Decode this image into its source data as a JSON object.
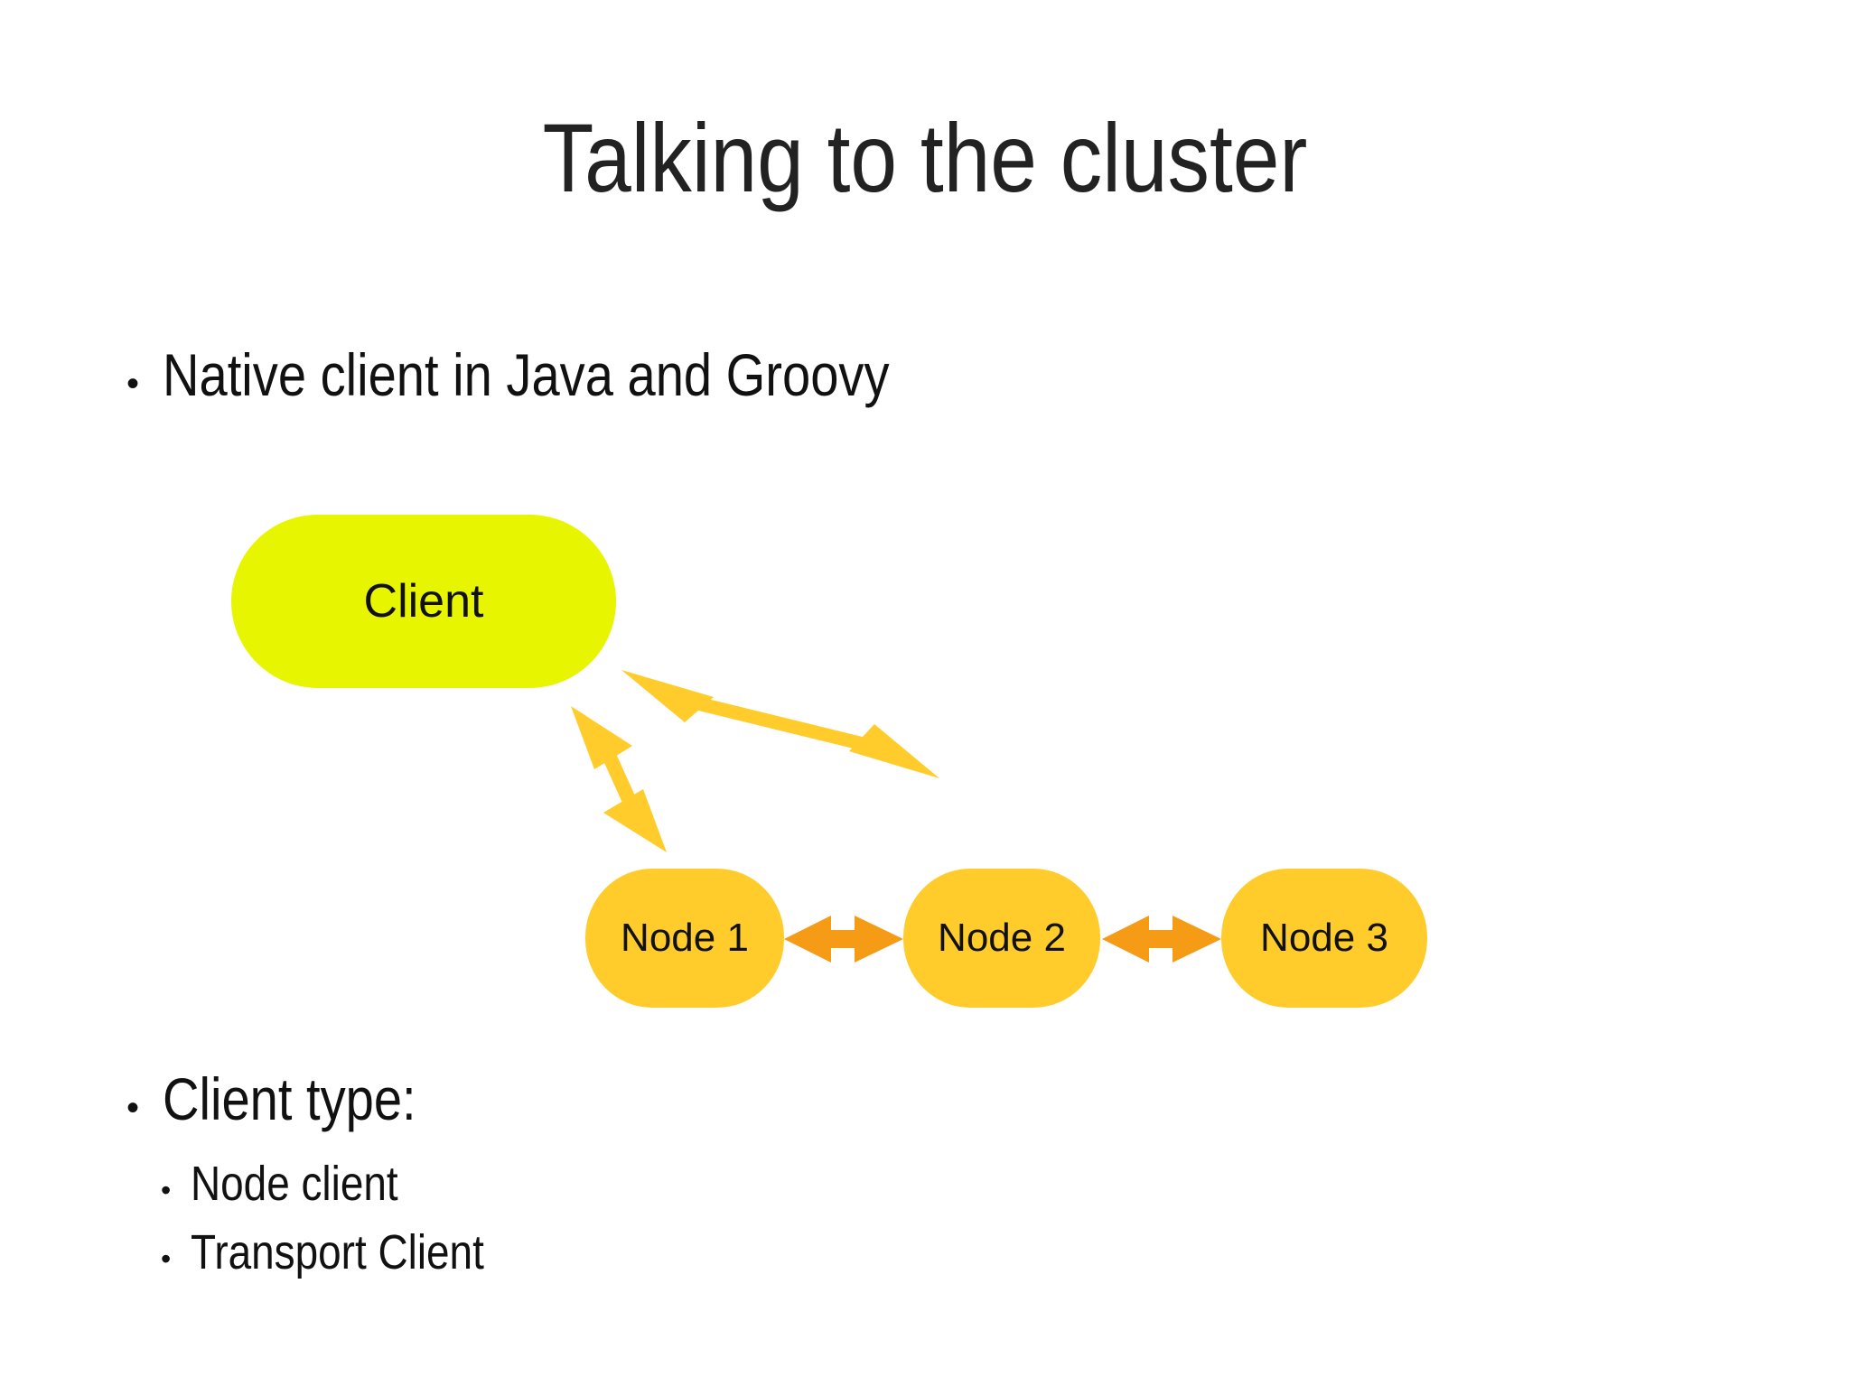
{
  "slide": {
    "title": "Talking to the cluster",
    "background_color": "#FFFFFF",
    "text_color": "#111111"
  },
  "bullets": [
    {
      "level": 1,
      "bullet_glyph": "•",
      "text": "Native client in Java and Groovy"
    },
    {
      "level": 1,
      "bullet_glyph": "•",
      "text": "Client type:"
    },
    {
      "level": 2,
      "bullet_glyph": "•",
      "text": "Node client"
    },
    {
      "level": 2,
      "bullet_glyph": "•",
      "text": "Transport Client"
    }
  ],
  "diagram": {
    "shapes": [
      {
        "id": "client",
        "label": "Client",
        "fill": "#E8F500"
      },
      {
        "id": "node1",
        "label": "Node 1",
        "fill": "#FFCC2B"
      },
      {
        "id": "node2",
        "label": "Node 2",
        "fill": "#FFCC2B"
      },
      {
        "id": "node3",
        "label": "Node 3",
        "fill": "#FFCC2B"
      }
    ],
    "connectors": [
      {
        "id": "client-to-node2",
        "from": "client",
        "to": "node2",
        "style": "double-arrow",
        "color": "#FFCC2B"
      },
      {
        "id": "client-to-node1",
        "from": "client",
        "to": "node1",
        "style": "double-arrow",
        "color": "#FFCC2B"
      },
      {
        "id": "node1-to-node2",
        "from": "node1",
        "to": "node2",
        "style": "double-arrow",
        "color": "#F59B16"
      },
      {
        "id": "node2-to-node3",
        "from": "node2",
        "to": "node3",
        "style": "double-arrow",
        "color": "#F59B16"
      }
    ],
    "colors": {
      "client_fill": "#E8F500",
      "node_fill": "#FFCC2B",
      "long_arrow": "#FFCC2B",
      "node_arrow": "#F59B16"
    }
  }
}
